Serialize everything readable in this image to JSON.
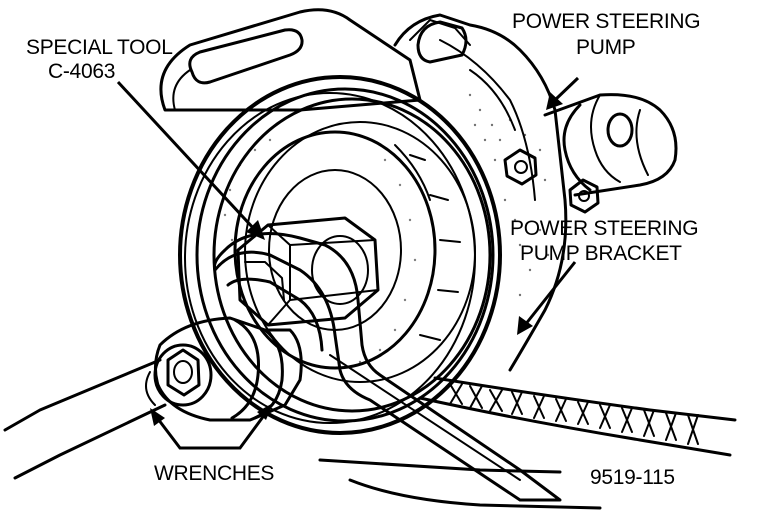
{
  "figure_id": "9519-115",
  "labels": {
    "special_tool_line1": "SPECIAL TOOL",
    "special_tool_line2": "C-4063",
    "pump_line1": "POWER STEERING",
    "pump_line2": "PUMP",
    "bracket_line1": "POWER STEERING",
    "bracket_line2": "PUMP BRACKET",
    "wrenches": "WRENCHES"
  }
}
